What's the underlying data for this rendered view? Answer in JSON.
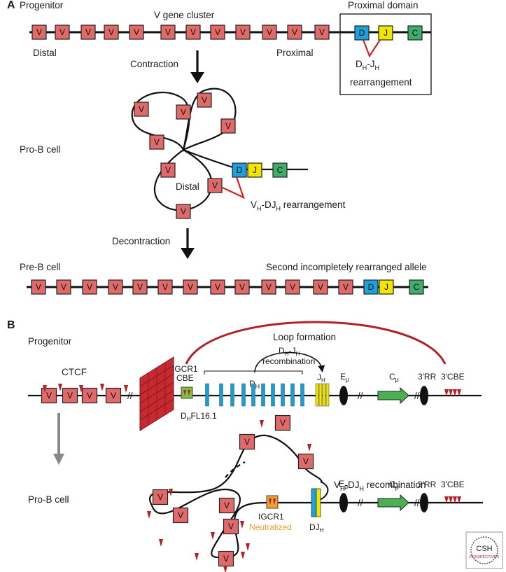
{
  "panel_a": {
    "letter": "A",
    "progenitor_label": "Progenitor",
    "v_gene_cluster_label": "V gene cluster",
    "proximal_domain_label": "Proximal domain",
    "distal_label": "Distal",
    "proximal_label": "Proximal",
    "dh_jh_prefix": "D",
    "dh_jh_sub1": "H",
    "dh_jh_mid": "-J",
    "dh_jh_sub2": "H",
    "rearrangement_label": "rearrangement",
    "contraction_label": "Contraction",
    "pro_b_label": "Pro-B cell",
    "distal_in_loop_label": "Distal",
    "vh_djh_prefix": "V",
    "vh_djh_sub1": "H",
    "vh_djh_mid": "-DJ",
    "vh_djh_sub2": "H",
    "vh_djh_suffix": " rearrangement",
    "decontraction_label": "Decontraction",
    "pre_b_label": "Pre-B cell",
    "second_allele_label": "Second incompletely rearranged allele"
  },
  "segments": {
    "v": "V",
    "d": "D",
    "j": "J",
    "c": "C"
  },
  "panel_b": {
    "letter": "B",
    "loop_formation_label": "Loop formation",
    "progenitor_label": "Progenitor",
    "ctcf_label": "CTCF",
    "igcr1_label": "IGCR1",
    "cbe_label": "CBE",
    "dh_label": "D",
    "dh_sub": "H",
    "dh_jh_rec_top": "D",
    "dh_jh_rec_sub1": "H",
    "dh_jh_rec_mid": "-J",
    "dh_jh_rec_sub2": "H",
    "recombination_label": "recombination",
    "jh_label": "J",
    "jh_sub": "H",
    "emu_label": "E",
    "emu_sub": "μ",
    "cmu_label": "C",
    "cmu_sub": "μ",
    "rr_label": "3′RR",
    "cbe3_label": "3′CBE",
    "dhfl_prefix": "D",
    "dhfl_sub": "H",
    "dhfl_suffix": "FL16.1",
    "pro_b_label": "Pro-B cell",
    "vh_djh_rec_prefix": "V",
    "vh_djh_rec_sub1": "H",
    "vh_djh_rec_mid": "-DJ",
    "vh_djh_rec_sub2": "H",
    "vh_djh_rec_suffix": " recombination",
    "igcr1_neutral_label": "IGCR1",
    "neutralized_label": "Neutralized",
    "djh_label": "DJ",
    "djh_sub": "H"
  },
  "logo": {
    "text_main": "CSH",
    "text_sub": "PERSPECTIVES"
  },
  "colors": {
    "v_segment": "#e06a6a",
    "d_segment": "#1ea0d8",
    "j_segment": "#f2e600",
    "c_segment": "#3fae6a",
    "rearrangement_red": "#d42020",
    "loop_red": "#b3202a",
    "wall_red": "#c62a30",
    "cbe_triangle": "#b3202a",
    "igcr1_green": "#7fbf3f",
    "neutralized_orange": "#f0a030",
    "arrow_gray": "#888888",
    "cmu_green": "#4caf50",
    "dh_blue": "#1e9cd0"
  }
}
